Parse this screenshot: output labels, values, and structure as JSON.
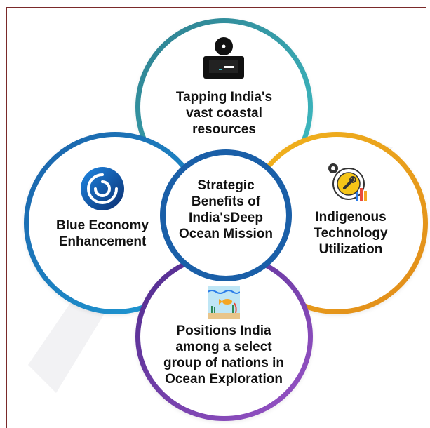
{
  "center": {
    "text_lines": [
      "Strategic",
      "Benefits of",
      "India'sDeep",
      "Ocean Mission"
    ]
  },
  "top": {
    "text_lines": [
      "Tapping India's",
      "vast coastal",
      "resources"
    ],
    "icon": "desk-tablet-icon"
  },
  "left": {
    "text_lines": [
      "Blue Economy",
      "Enhancement"
    ],
    "icon": "blue-ring-icon"
  },
  "right": {
    "text_lines": [
      "Indigenous",
      "Technology",
      "Utilization"
    ],
    "icon": "tech-gear-chart-icon"
  },
  "bottom": {
    "text_lines": [
      "Positions India",
      "among a select",
      "group of nations in",
      "Ocean Exploration"
    ],
    "icon": "ocean-fish-icon"
  },
  "colors": {
    "top": "#3fc2c8",
    "left": "#1a5fa8",
    "right": "#f2b51d",
    "bottom": "#7a3fb0",
    "center": "#1a5fa8"
  }
}
